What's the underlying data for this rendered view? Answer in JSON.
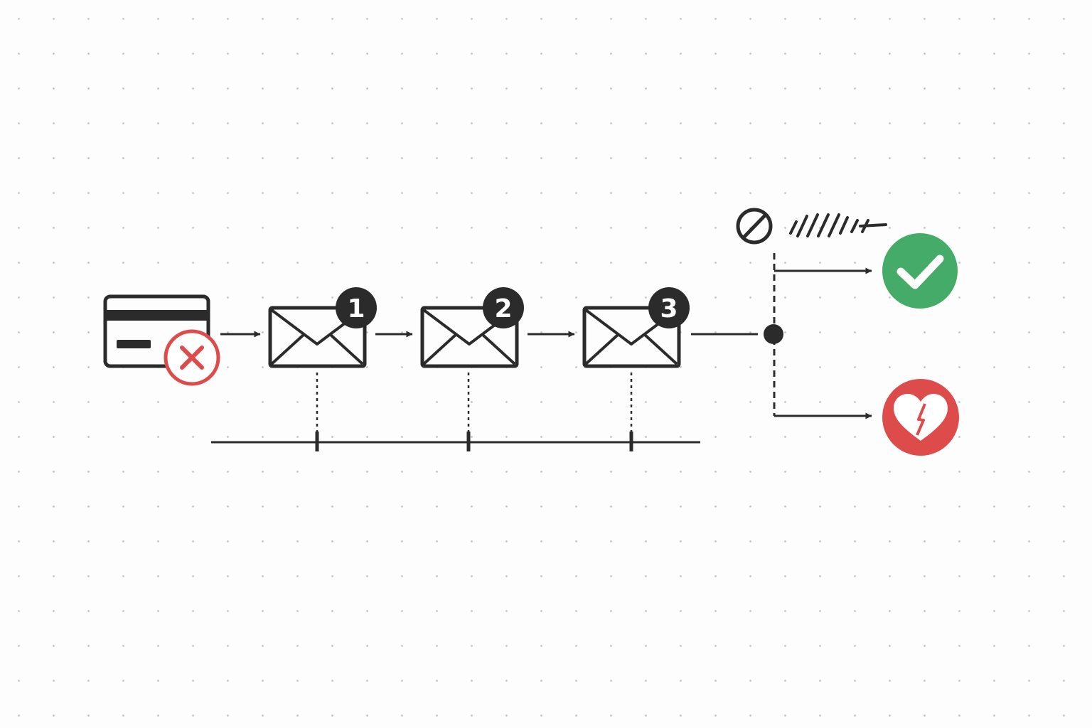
{
  "diagram": {
    "type": "failed-payment-recovery-flow",
    "steps": [
      {
        "id": "failed-card",
        "icon": "credit-card-declined-icon"
      },
      {
        "id": "email-1",
        "icon": "envelope-icon",
        "badge": "1"
      },
      {
        "id": "email-2",
        "icon": "envelope-icon",
        "badge": "2"
      },
      {
        "id": "email-3",
        "icon": "envelope-icon",
        "badge": "3"
      }
    ],
    "outcomes": [
      {
        "id": "recovered",
        "icon": "checkmark-icon",
        "color": "#45ab68"
      },
      {
        "id": "churned",
        "icon": "broken-heart-icon",
        "color": "#dd4b4b"
      }
    ],
    "stop_marker": {
      "icon": "prohibited-icon"
    },
    "timeline": {
      "ticks": 3
    }
  },
  "colors": {
    "ink": "#2b2b2b",
    "error_red": "#dd4b4b",
    "success_green": "#45ab68",
    "dot_grid": "#c9c9c9",
    "background": "#fdfdfd"
  }
}
